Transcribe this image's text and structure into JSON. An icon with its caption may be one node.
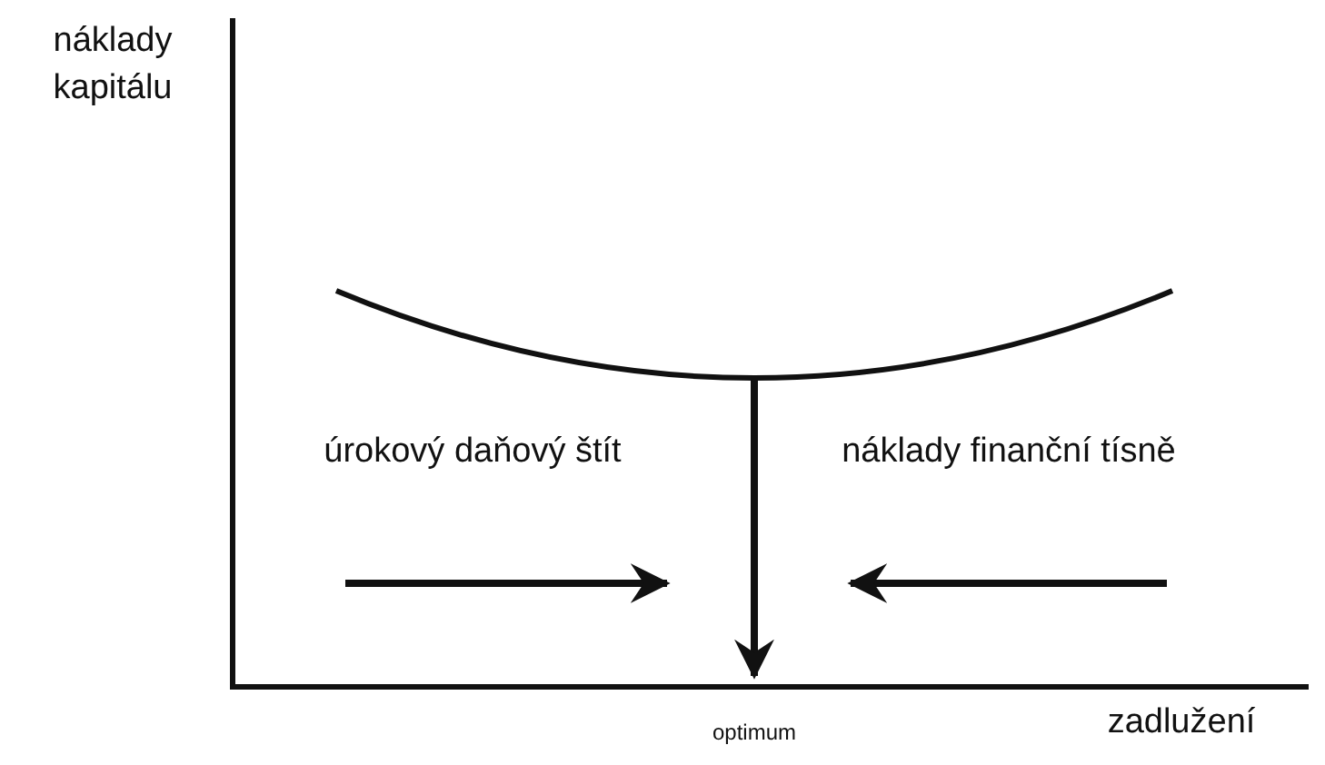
{
  "diagram": {
    "labels": [
      "náklady kapitálu",
      "úrokový daňový štít",
      "náklady finanční tísně",
      "optimum",
      "zadlužení"
    ]
  }
}
